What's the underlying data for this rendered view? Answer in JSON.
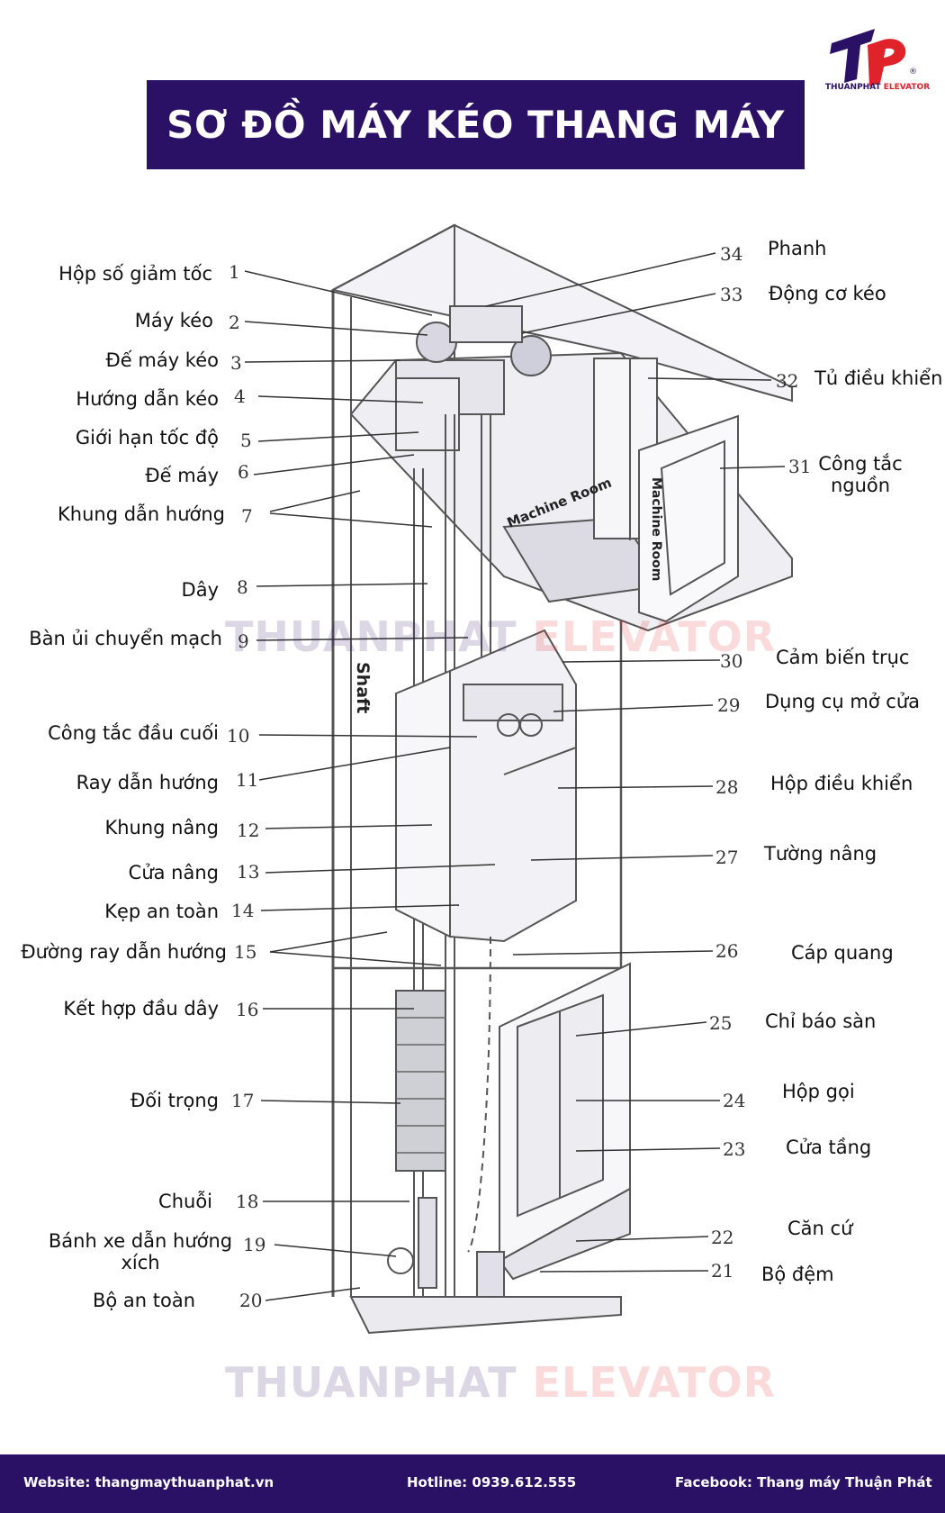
{
  "title": "SƠ ĐỒ MÁY KÉO THANG MÁY",
  "logo": {
    "mark": "TP",
    "text_a": "THUANPHAT",
    "text_b": "ELEVATOR",
    "reg": "®"
  },
  "watermark": {
    "a": "THUANPHAT",
    "b": "ELEVATOR"
  },
  "diagram_text": {
    "machine_room_1": "Machine Room",
    "machine_room_2": "Machine Room",
    "shaft": "Shaft"
  },
  "left_labels": [
    {
      "num": "1",
      "text": "Hộp số giảm tốc"
    },
    {
      "num": "2",
      "text": "Máy kéo"
    },
    {
      "num": "3",
      "text": "Đế máy kéo"
    },
    {
      "num": "4",
      "text": "Hướng dẫn kéo"
    },
    {
      "num": "5",
      "text": "Giới hạn tốc độ"
    },
    {
      "num": "6",
      "text": "Đế máy"
    },
    {
      "num": "7",
      "text": "Khung dẫn hướng"
    },
    {
      "num": "8",
      "text": "Dây"
    },
    {
      "num": "9",
      "text": "Bàn ủi chuyển mạch"
    },
    {
      "num": "10",
      "text": "Công tắc đầu cuối"
    },
    {
      "num": "11",
      "text": "Ray dẫn hướng"
    },
    {
      "num": "12",
      "text": "Khung nâng"
    },
    {
      "num": "13",
      "text": "Cửa nâng"
    },
    {
      "num": "14",
      "text": "Kẹp an toàn"
    },
    {
      "num": "15",
      "text": "Đường ray dẫn hướng"
    },
    {
      "num": "16",
      "text": "Kết hợp đầu dây"
    },
    {
      "num": "17",
      "text": "Đối trọng"
    },
    {
      "num": "18",
      "text": "Chuỗi"
    },
    {
      "num": "19",
      "text": "Bánh xe dẫn hướng xích"
    },
    {
      "num": "20",
      "text": "Bộ an toàn"
    }
  ],
  "right_labels": [
    {
      "num": "34",
      "text": "Phanh"
    },
    {
      "num": "33",
      "text": "Động cơ kéo"
    },
    {
      "num": "32",
      "text": "Tủ điều khiển"
    },
    {
      "num": "31",
      "text": "Công tắc nguồn"
    },
    {
      "num": "30",
      "text": "Cảm biến trục"
    },
    {
      "num": "29",
      "text": "Dụng cụ mở cửa"
    },
    {
      "num": "28",
      "text": "Hộp điều khiển"
    },
    {
      "num": "27",
      "text": "Tường nâng"
    },
    {
      "num": "26",
      "text": "Cáp quang"
    },
    {
      "num": "25",
      "text": "Chỉ báo sàn"
    },
    {
      "num": "24",
      "text": "Hộp gọi"
    },
    {
      "num": "23",
      "text": "Cửa tầng"
    },
    {
      "num": "22",
      "text": "Căn cứ"
    },
    {
      "num": "21",
      "text": "Bộ đệm"
    }
  ],
  "footer": {
    "website": "Website: thangmaythuanphat.vn",
    "hotline": "Hotline: 0939.612.555",
    "facebook": "Facebook: Thang máy Thuận Phát"
  },
  "colors": {
    "brand_purple": "#2b1166",
    "brand_red": "#e0222b"
  }
}
